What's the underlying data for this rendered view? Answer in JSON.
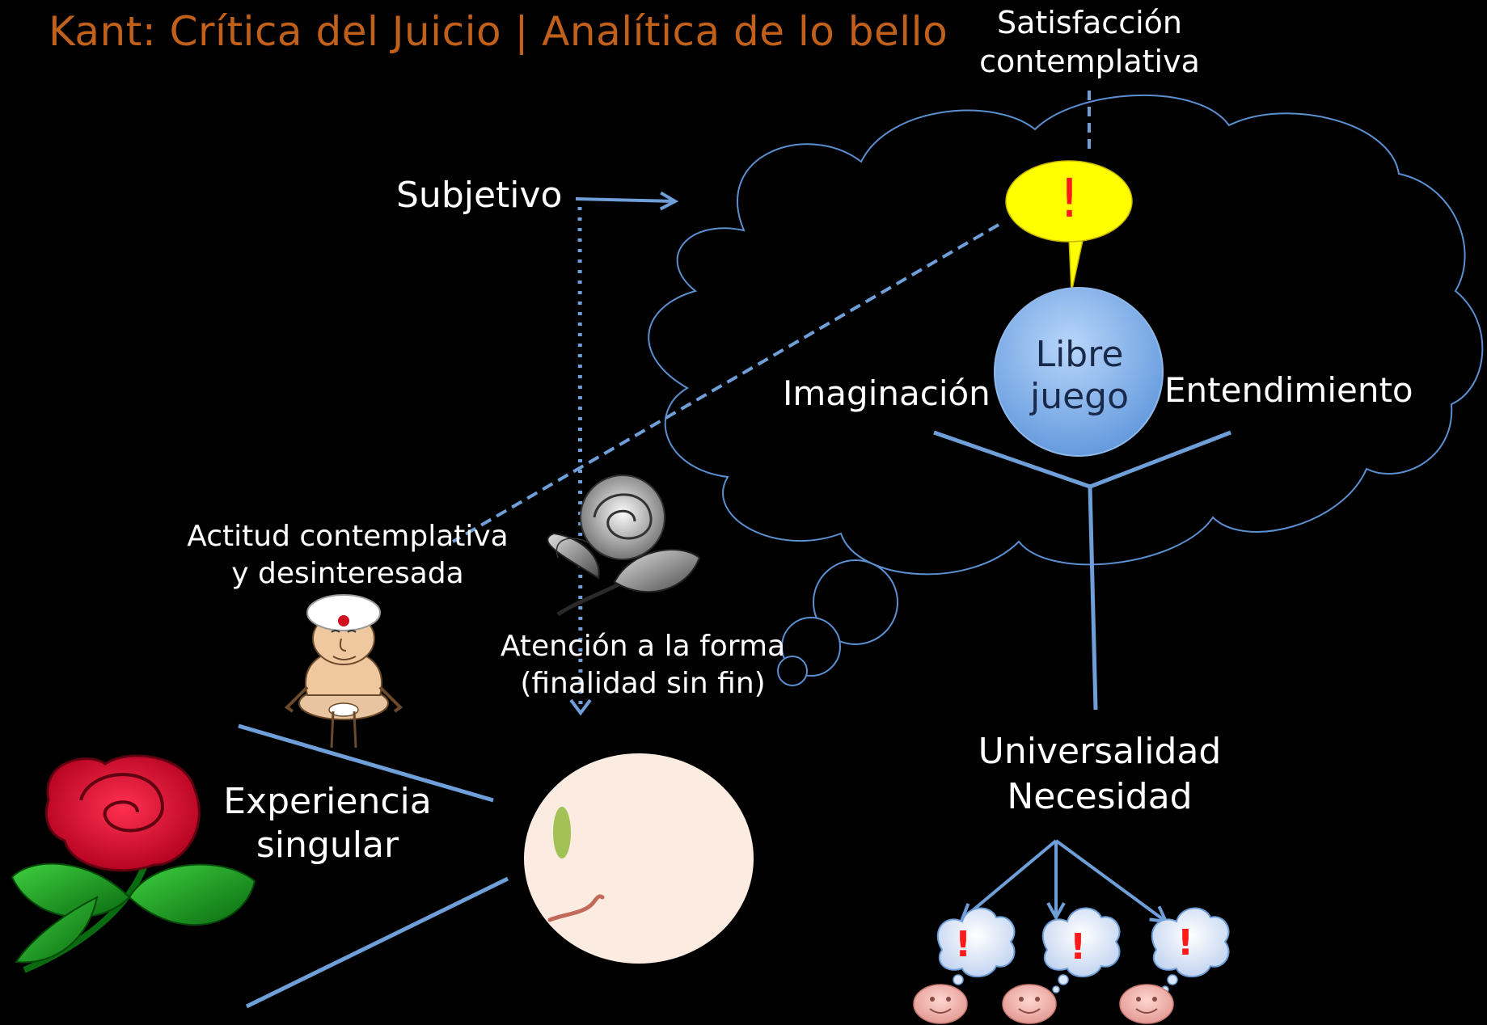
{
  "title": "Kant: Crítica del Juicio | Analítica de lo bello",
  "labels": {
    "satisfaccion_line1": "Satisfacción",
    "satisfaccion_line2": "contemplativa",
    "subjetivo": "Subjetivo",
    "libre_line1": "Libre",
    "libre_line2": "juego",
    "imaginacion": "Imaginación",
    "entendimiento": "Entendimiento",
    "actitud_line1": "Actitud contemplativa",
    "actitud_line2": "y desinteresada",
    "atencion_line1": "Atención a la forma",
    "atencion_line2": "(finalidad sin fin)",
    "experiencia_line1": "Experiencia",
    "experiencia_line2": "singular",
    "universalidad": "Universalidad",
    "necesidad": "Necesidad",
    "exclamation": "!"
  },
  "colors": {
    "background": "#000000",
    "title": "#c0601a",
    "cloud_stroke": "#5b8fd0",
    "arrow": "#6f9fd8",
    "bubble_yellow": "#ffff00",
    "exclamation_red": "#ff1a1a",
    "libre_circle": "#7fb0ea",
    "face": "#fcebe0",
    "small_cloud": "#dde8fa",
    "smiley": "#f2b6b0"
  }
}
